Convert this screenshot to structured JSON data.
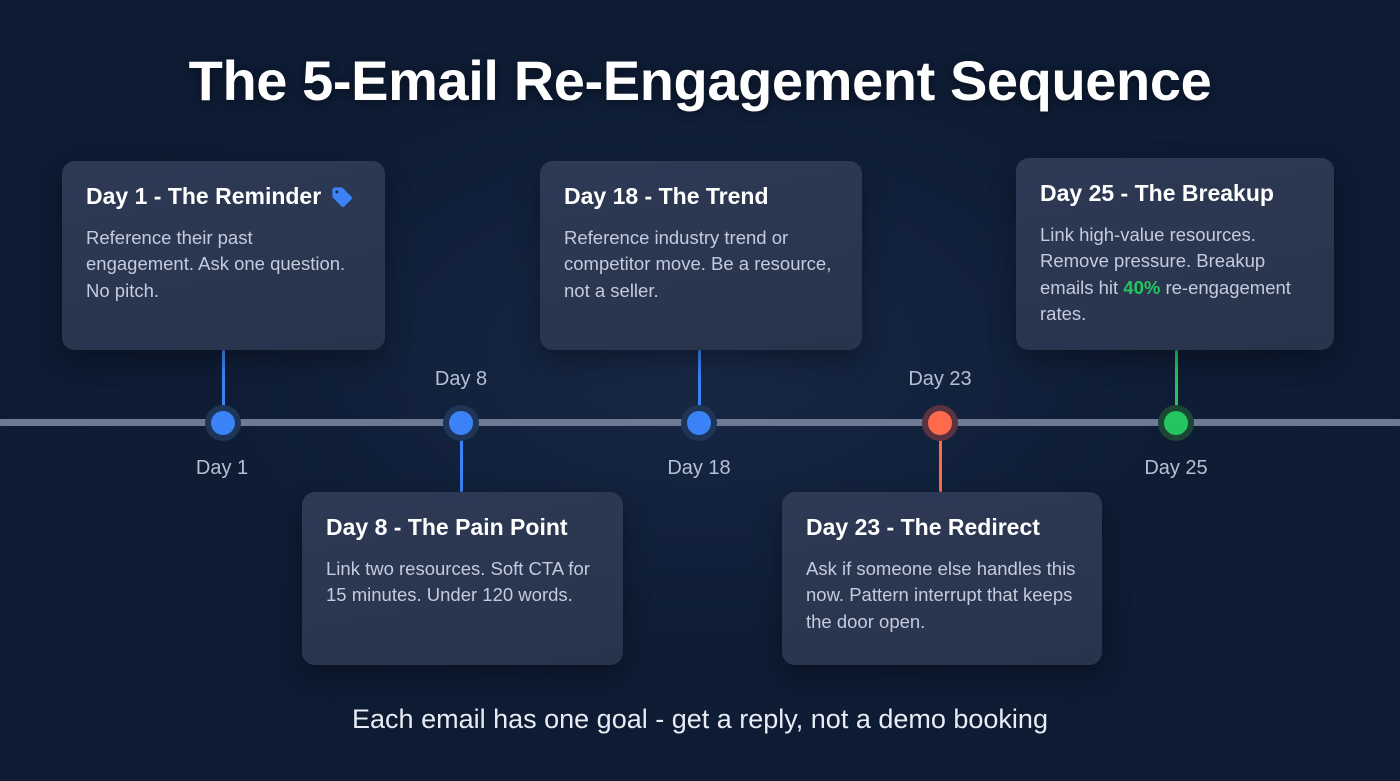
{
  "title": "The 5-Email Re-Engagement Sequence",
  "footer": "Each email has one goal - get a reply, not a demo booking",
  "colors": {
    "background": "#0d1b33",
    "card_surface": "#2e3a55",
    "axis": "#6e7a94",
    "blue": "#3b82f6",
    "orange": "#ff6b4a",
    "green": "#22c55e",
    "highlight_green": "#22c55e",
    "title_text": "#ffffff",
    "body_text": "#c3ccdc",
    "tick_text": "#b6c0d4"
  },
  "timeline": {
    "points": [
      {
        "tick_label": "Day 1",
        "tick_position": "below",
        "dot_color": "#3b82f6",
        "card_position": "above",
        "card_title": "Day 1 - The Reminder",
        "card_icon": "tag-icon",
        "card_body": "Reference their past engagement. Ask one question. No pitch."
      },
      {
        "tick_label": "Day 8",
        "tick_position": "above",
        "dot_color": "#3b82f6",
        "card_position": "below",
        "card_title": "Day 8 - The Pain Point",
        "card_icon": null,
        "card_body": "Link two resources. Soft CTA for 15 minutes. Under 120 words."
      },
      {
        "tick_label": "Day 18",
        "tick_position": "below",
        "dot_color": "#3b82f6",
        "card_position": "above",
        "card_title": "Day 18 - The Trend",
        "card_icon": null,
        "card_body": "Reference industry trend or competitor move. Be a resource, not a seller."
      },
      {
        "tick_label": "Day 23",
        "tick_position": "above",
        "dot_color": "#ff6b4a",
        "card_position": "below",
        "card_title": "Day 23 - The Redirect",
        "card_icon": null,
        "card_body": "Ask if someone else handles this now. Pattern interrupt that keeps the door open."
      },
      {
        "tick_label": "Day 25",
        "tick_position": "below",
        "dot_color": "#22c55e",
        "card_position": "above",
        "card_title": "Day 25 - The Breakup",
        "card_icon": null,
        "card_body_parts": {
          "before": "Link high-value resources. Remove pressure. Breakup emails hit ",
          "highlight": "40%",
          "after": " re-engagement rates."
        }
      }
    ]
  }
}
